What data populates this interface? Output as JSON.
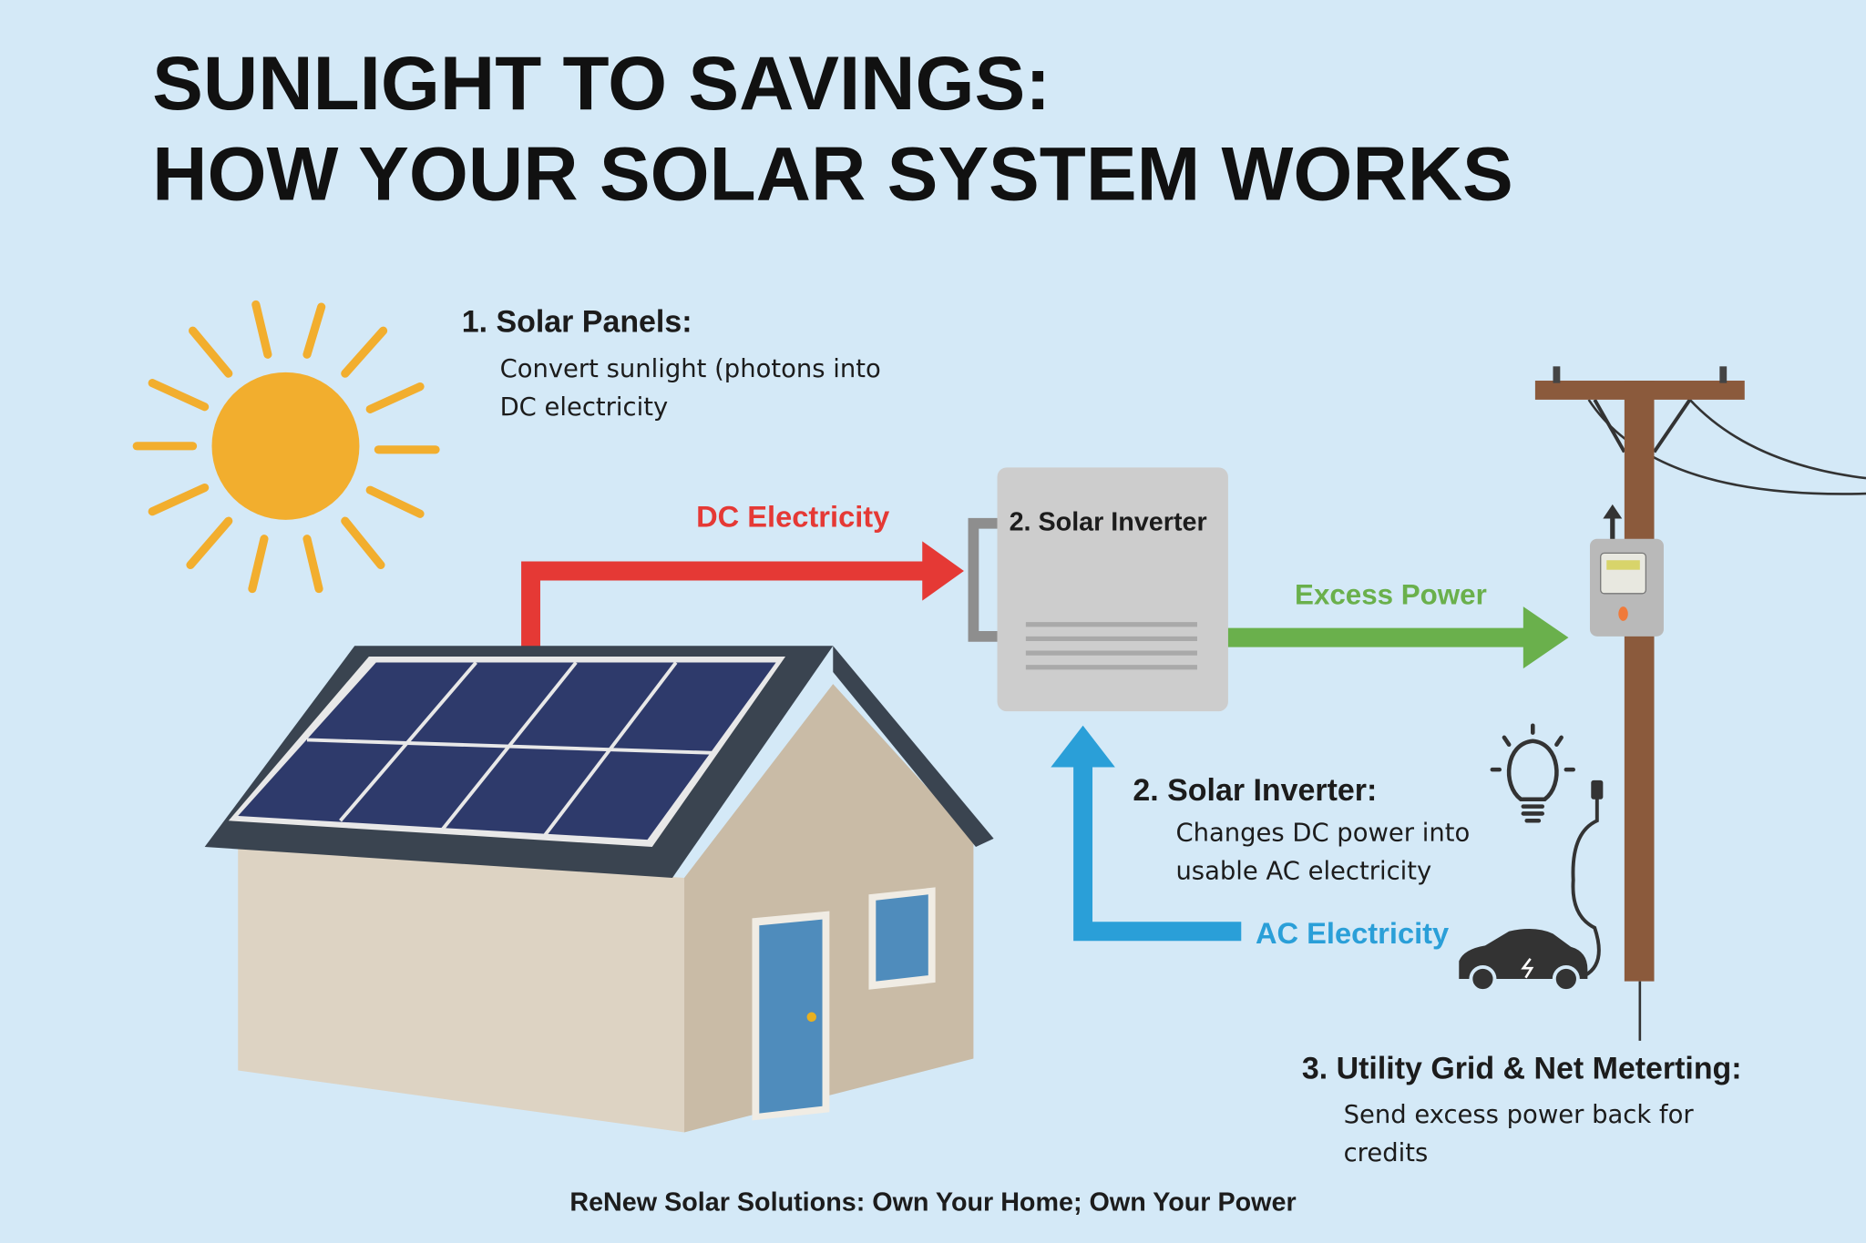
{
  "title": {
    "line1": "SUNLIGHT TO SAVINGS:",
    "line2": "HOW YOUR SOLAR SYSTEM WORKS"
  },
  "steps": [
    {
      "heading": "1. Solar Panels:",
      "lines": [
        "Convert sunlight (photons into",
        "DC electricity"
      ]
    },
    {
      "heading": "2. Solar Inverter:",
      "lines": [
        "Changes DC power into",
        "usable AC electricity"
      ]
    },
    {
      "heading": "3. Utility Grid & Net Meterting:",
      "lines": [
        "Send excess power back for",
        "credits"
      ]
    }
  ],
  "labels": {
    "dc": "DC Electricity",
    "inverter": "2. Solar Inverter",
    "excess": "Excess Power",
    "ac": "AC Electricity"
  },
  "footer": "ReNew Solar Solutions: Own Your Home; Own Your Power",
  "colors": {
    "background": "#d4e9f7",
    "dc": "#e53935",
    "excess": "#6ab04c",
    "ac": "#2a9fd8",
    "sun": "#f2ae2e",
    "pole": "#8b5a3c"
  }
}
